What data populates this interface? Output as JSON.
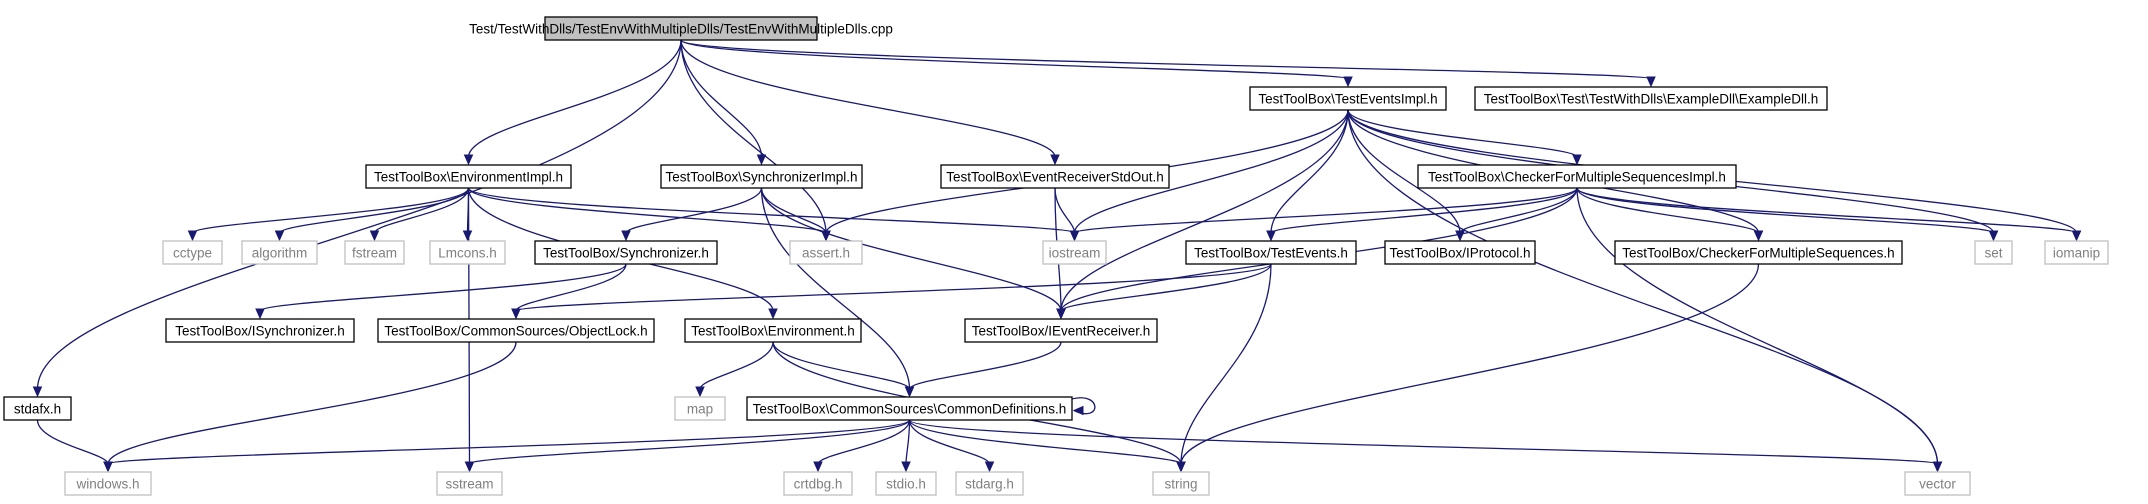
{
  "graph": {
    "nodes": [
      {
        "id": "main",
        "label": "Test/TestWithDlls/TestEnvWithMultipleDlls/TestEnvWithMultipleDlls.cpp",
        "kind": "main"
      },
      {
        "id": "testeventsimpl",
        "label": "TestToolBox\\TestEventsImpl.h",
        "kind": "project"
      },
      {
        "id": "exampledll",
        "label": "TestToolBox\\Test\\TestWithDlls\\ExampleDll\\ExampleDll.h",
        "kind": "project"
      },
      {
        "id": "environmentimpl",
        "label": "TestToolBox\\EnvironmentImpl.h",
        "kind": "project"
      },
      {
        "id": "synchronizerimpl",
        "label": "TestToolBox\\SynchronizerImpl.h",
        "kind": "project"
      },
      {
        "id": "eventreceiverstdout",
        "label": "TestToolBox\\EventReceiverStdOut.h",
        "kind": "project"
      },
      {
        "id": "checkerimpl",
        "label": "TestToolBox\\CheckerForMultipleSequencesImpl.h",
        "kind": "project"
      },
      {
        "id": "cctype",
        "label": "cctype",
        "kind": "system"
      },
      {
        "id": "algorithm",
        "label": "algorithm",
        "kind": "system"
      },
      {
        "id": "fstream",
        "label": "fstream",
        "kind": "system"
      },
      {
        "id": "lmcons",
        "label": "Lmcons.h",
        "kind": "system"
      },
      {
        "id": "synchronizer",
        "label": "TestToolBox/Synchronizer.h",
        "kind": "project"
      },
      {
        "id": "asserth",
        "label": "assert.h",
        "kind": "system"
      },
      {
        "id": "iostream",
        "label": "iostream",
        "kind": "system"
      },
      {
        "id": "testevents",
        "label": "TestToolBox/TestEvents.h",
        "kind": "project"
      },
      {
        "id": "iprotocol",
        "label": "TestToolBox/IProtocol.h",
        "kind": "project"
      },
      {
        "id": "checker",
        "label": "TestToolBox/CheckerForMultipleSequences.h",
        "kind": "project"
      },
      {
        "id": "set",
        "label": "set",
        "kind": "system"
      },
      {
        "id": "iomanip",
        "label": "iomanip",
        "kind": "system"
      },
      {
        "id": "isynchronizer",
        "label": "TestToolBox/ISynchronizer.h",
        "kind": "project"
      },
      {
        "id": "objectlock",
        "label": "TestToolBox/CommonSources/ObjectLock.h",
        "kind": "project"
      },
      {
        "id": "environment",
        "label": "TestToolBox\\Environment.h",
        "kind": "project"
      },
      {
        "id": "ieventreceiver",
        "label": "TestToolBox/IEventReceiver.h",
        "kind": "project"
      },
      {
        "id": "stdafx",
        "label": "stdafx.h",
        "kind": "project"
      },
      {
        "id": "map",
        "label": "map",
        "kind": "system"
      },
      {
        "id": "commondefs",
        "label": "TestToolBox\\CommonSources\\CommonDefinitions.h",
        "kind": "project"
      },
      {
        "id": "windows",
        "label": "windows.h",
        "kind": "system"
      },
      {
        "id": "sstream",
        "label": "sstream",
        "kind": "system"
      },
      {
        "id": "crtdbg",
        "label": "crtdbg.h",
        "kind": "system"
      },
      {
        "id": "stdio",
        "label": "stdio.h",
        "kind": "system"
      },
      {
        "id": "stdarg",
        "label": "stdarg.h",
        "kind": "system"
      },
      {
        "id": "string",
        "label": "string",
        "kind": "system"
      },
      {
        "id": "vector",
        "label": "vector",
        "kind": "system"
      }
    ],
    "edges": [
      [
        "main",
        "stdafx"
      ],
      [
        "main",
        "environmentimpl"
      ],
      [
        "main",
        "asserth"
      ],
      [
        "main",
        "synchronizerimpl"
      ],
      [
        "main",
        "eventreceiverstdout"
      ],
      [
        "main",
        "testeventsimpl"
      ],
      [
        "main",
        "exampledll"
      ],
      [
        "environmentimpl",
        "cctype"
      ],
      [
        "environmentimpl",
        "algorithm"
      ],
      [
        "environmentimpl",
        "fstream"
      ],
      [
        "environmentimpl",
        "lmcons"
      ],
      [
        "environmentimpl",
        "asserth"
      ],
      [
        "environmentimpl",
        "iostream"
      ],
      [
        "environmentimpl",
        "environment"
      ],
      [
        "environmentimpl",
        "sstream"
      ],
      [
        "synchronizerimpl",
        "synchronizer"
      ],
      [
        "synchronizerimpl",
        "asserth"
      ],
      [
        "synchronizerimpl",
        "commondefs"
      ],
      [
        "synchronizerimpl",
        "ieventreceiver"
      ],
      [
        "eventreceiverstdout",
        "iostream"
      ],
      [
        "eventreceiverstdout",
        "ieventreceiver"
      ],
      [
        "testeventsimpl",
        "asserth"
      ],
      [
        "testeventsimpl",
        "iostream"
      ],
      [
        "testeventsimpl",
        "testevents"
      ],
      [
        "testeventsimpl",
        "ieventreceiver"
      ],
      [
        "testeventsimpl",
        "iprotocol"
      ],
      [
        "testeventsimpl",
        "checkerimpl"
      ],
      [
        "testeventsimpl",
        "checker"
      ],
      [
        "testeventsimpl",
        "set"
      ],
      [
        "testeventsimpl",
        "iomanip"
      ],
      [
        "testeventsimpl",
        "vector"
      ],
      [
        "checkerimpl",
        "iostream"
      ],
      [
        "checkerimpl",
        "testevents"
      ],
      [
        "checkerimpl",
        "iprotocol"
      ],
      [
        "checkerimpl",
        "checker"
      ],
      [
        "checkerimpl",
        "ieventreceiver"
      ],
      [
        "checkerimpl",
        "set"
      ],
      [
        "checkerimpl",
        "iomanip"
      ],
      [
        "checkerimpl",
        "vector"
      ],
      [
        "synchronizer",
        "isynchronizer"
      ],
      [
        "synchronizer",
        "objectlock"
      ],
      [
        "testevents",
        "objectlock"
      ],
      [
        "testevents",
        "ieventreceiver"
      ],
      [
        "testevents",
        "string"
      ],
      [
        "checker",
        "string"
      ],
      [
        "objectlock",
        "windows"
      ],
      [
        "environment",
        "map"
      ],
      [
        "environment",
        "commondefs"
      ],
      [
        "environment",
        "string"
      ],
      [
        "ieventreceiver",
        "commondefs"
      ],
      [
        "stdafx",
        "windows"
      ],
      [
        "commondefs",
        "commondefs"
      ],
      [
        "commondefs",
        "windows"
      ],
      [
        "commondefs",
        "sstream"
      ],
      [
        "commondefs",
        "crtdbg"
      ],
      [
        "commondefs",
        "stdio"
      ],
      [
        "commondefs",
        "stdarg"
      ],
      [
        "commondefs",
        "string"
      ],
      [
        "commondefs",
        "vector"
      ]
    ]
  }
}
